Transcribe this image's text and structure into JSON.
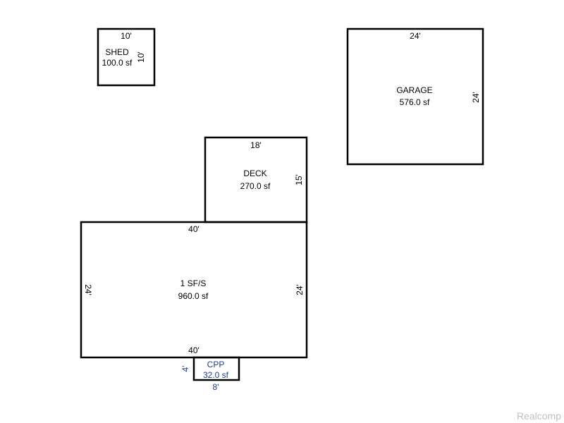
{
  "shed": {
    "name": "SHED",
    "area": "100.0 sf",
    "top": "10'",
    "right": "10'"
  },
  "garage": {
    "name": "GARAGE",
    "area": "576.0 sf",
    "top": "24'",
    "right": "24'"
  },
  "deck": {
    "name": "DECK",
    "area": "270.0 sf",
    "top": "18'",
    "right": "15'"
  },
  "house": {
    "name": "1 SF/S",
    "area": "960.0 sf",
    "top": "40'",
    "bottom": "40'",
    "left": "24'",
    "right": "24'"
  },
  "cpp": {
    "name": "CPP",
    "area": "32.0 sf",
    "left": "4'",
    "bottom": "8'"
  },
  "watermark": "Realcomp",
  "colors": {
    "line": "#000000",
    "cpp_text": "#1f3c88",
    "watermark": "#c0c0c0"
  }
}
